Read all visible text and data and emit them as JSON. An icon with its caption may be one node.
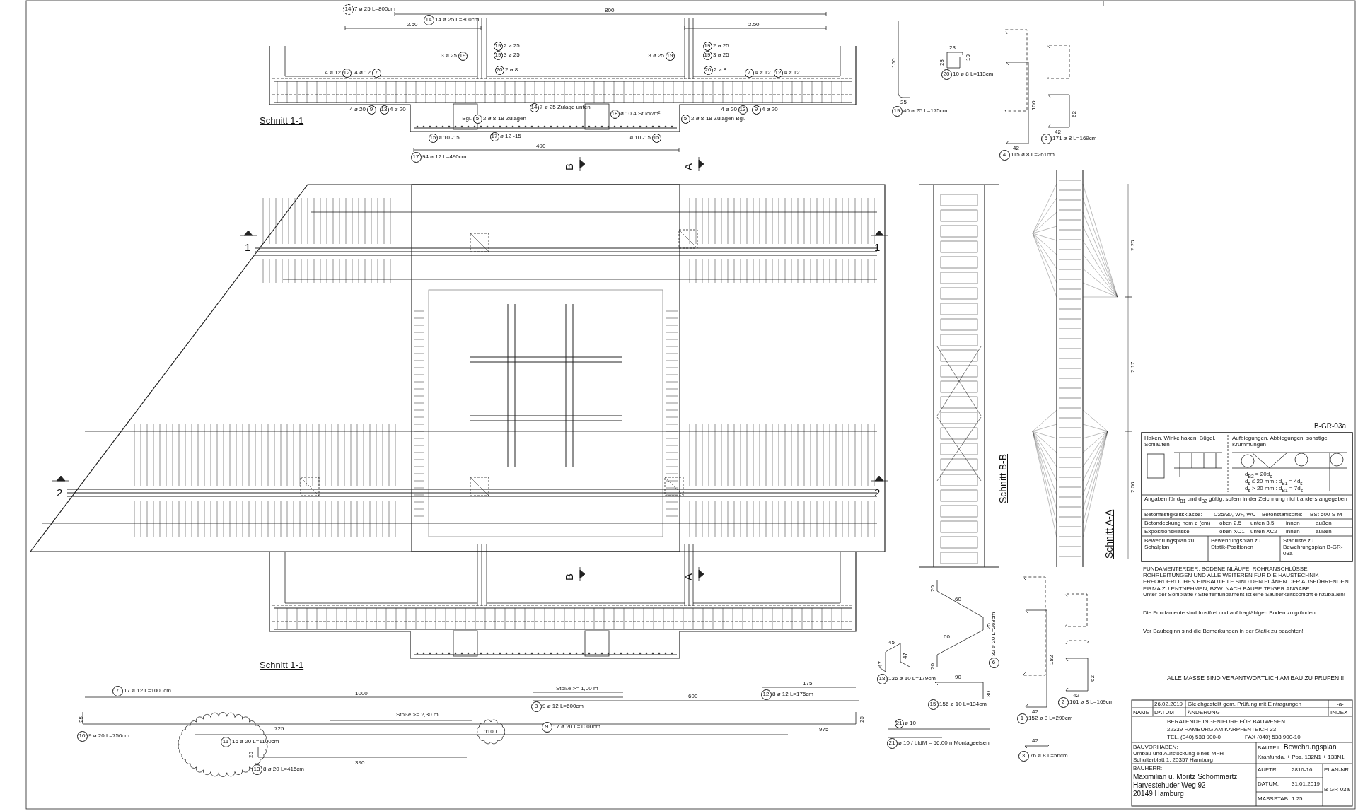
{
  "diagram": {
    "nodes": [
      {
        "text": [
          "14"
        ],
        "beside": [
          "7 ø 25 L=800cm"
        ]
      },
      {
        "text": [
          "14"
        ],
        "beside": [
          "14 ø 25 L=800cm"
        ]
      },
      {
        "text": [
          "17"
        ],
        "beside": [
          "94 ø 12 L=490cm"
        ]
      },
      {
        "text": [
          "19"
        ],
        "beside": [
          "40 ø 25 L=175cm"
        ]
      },
      {
        "text": [
          "20"
        ],
        "beside": [
          "10 ø 8 L=113cm"
        ]
      },
      {
        "text": [
          "4"
        ],
        "beside": [
          "115 ø 8 L=261cm"
        ]
      },
      {
        "text": [
          "5"
        ],
        "beside": [
          "171 ø 8 L=169cm"
        ]
      },
      {
        "text": [
          "18"
        ],
        "beside": [
          "136 ø 10 L=179cm"
        ]
      },
      {
        "text": [
          "15"
        ],
        "beside": [
          "156 ø 10 L=134cm"
        ]
      },
      {
        "text": [
          "6"
        ],
        "beside": [
          "32 ø 20 L=263cm"
        ]
      },
      {
        "text": [
          "1"
        ],
        "beside": [
          "152 ø 8 L=290cm"
        ]
      },
      {
        "text": [
          "2"
        ],
        "beside": [
          "161 ø 8 L=169cm"
        ]
      },
      {
        "text": [
          "3"
        ],
        "beside": [
          "76 ø 8 L=56cm"
        ]
      },
      {
        "text": [
          "21"
        ],
        "beside": [
          "ø 10 / LfdM = 56.00m  Montageeisen"
        ]
      },
      {
        "text": [
          "21"
        ],
        "beside": [
          "ø 10"
        ]
      },
      {
        "text": [
          "7"
        ],
        "beside": [
          "17 ø 12 L=1000cm"
        ]
      },
      {
        "text": [
          "12"
        ],
        "beside": [
          "8 ø 12 L=175cm"
        ]
      },
      {
        "text": [
          "8"
        ],
        "beside": [
          "9 ø 12 L=600cm"
        ]
      },
      {
        "text": [
          "10"
        ],
        "beside": [
          "9 ø 20 L=750cm"
        ]
      },
      {
        "text": [
          "9"
        ],
        "beside": [
          "17 ø 20 L=1000cm"
        ]
      },
      {
        "text": [
          "11"
        ],
        "beside": [
          "16 ø 20 L=1100cm"
        ]
      },
      {
        "text": [
          "13"
        ],
        "beside": [
          "8 ø 20 L=415cm"
        ]
      },
      {
        "text": [
          "19"
        ],
        "beside": [
          "2 ø 25"
        ]
      },
      {
        "text": [
          "19"
        ],
        "beside": [
          "3 ø 25"
        ]
      },
      {
        "text": [
          "19"
        ],
        "beside": [
          "3 ø 25"
        ]
      },
      {
        "text": [
          "20"
        ],
        "beside": [
          "2 ø 8"
        ]
      },
      {
        "text": [
          "12"
        ],
        "beside": [
          "4 ø 12"
        ]
      },
      {
        "text": [
          "7"
        ],
        "beside": [
          "4 ø 12"
        ]
      },
      {
        "text": [
          "9"
        ],
        "beside": [
          "4 ø 20"
        ]
      },
      {
        "text": [
          "13"
        ],
        "beside": [
          "4 ø 20"
        ]
      },
      {
        "text": [
          "14"
        ],
        "beside": [
          "7 ø 25 Zulage unten"
        ]
      },
      {
        "text": [
          "18"
        ],
        "beside": [
          "ø 10 4 Stück/m²"
        ]
      },
      {
        "text": [
          "5"
        ],
        "beside": [
          "2 ø 8-18 Zulagen",
          "Bgl."
        ]
      },
      {
        "text": [
          "15"
        ],
        "beside": [
          "ø 10 -15"
        ]
      },
      {
        "text": [
          "17"
        ],
        "beside": [
          "ø 12 -15"
        ]
      },
      {
        "text": [
          "15"
        ],
        "beside": [
          "ø 10 -15"
        ]
      },
      {
        "text": [
          "19"
        ],
        "beside": [
          "2 ø 25"
        ]
      },
      {
        "text": [
          "19"
        ],
        "beside": [
          "3 ø 25"
        ]
      },
      {
        "text": [
          "19"
        ],
        "beside": [
          "3 ø 25"
        ]
      },
      {
        "text": [
          "20"
        ],
        "beside": [
          "2 ø 8"
        ]
      },
      {
        "text": [
          "7"
        ],
        "beside": [
          "4 ø 12"
        ]
      },
      {
        "text": [
          "12"
        ],
        "beside": [
          "4 ø 12"
        ]
      },
      {
        "text": [
          "13"
        ],
        "beside": [
          "4 ø 20"
        ]
      },
      {
        "text": [
          "9"
        ],
        "beside": [
          "4 ø 20"
        ]
      },
      {
        "text": [
          "5"
        ],
        "beside": [
          "2 ø 8-18 Zulagen Bgl."
        ]
      }
    ],
    "labels": [
      "Schnitt 1-1",
      "Schnitt 1-1",
      "Schnitt B-B",
      "Schnitt A-A",
      "1",
      "1",
      "2",
      "2",
      "B",
      "A",
      "B",
      "A",
      "800",
      "2.50",
      "2.50",
      "490",
      "1000",
      "Stöße >= 1,00 m",
      "600",
      "175",
      "25",
      "Stöße >= 2,30 m",
      "725",
      "975",
      "25",
      "1100",
      "25",
      "390",
      "150",
      "25",
      "23",
      "23",
      "10",
      "150",
      "42",
      "62",
      "42",
      "20",
      "60",
      "25",
      "60",
      "20",
      "45",
      "47",
      "47",
      "90",
      "30",
      "182",
      "42",
      "62",
      "42",
      "42",
      "2.20",
      "2.17",
      "2.50",
      "B-GR-03a",
      "Haken, Winkelhaken, Bügel, Schlaufen",
      "Aufbiegungen, Abbiegungen, sonstige Krümmungen",
      "d$_{B2}$ = 20d$_{s}$",
      "d$_{s}$ ≤ 20 mm : d$_{B1}$ = 4d$_{s}$",
      "d$_{s}$ > 20 mm : d$_{B1}$ = 7d$_{s}$",
      "Angaben für d$_{B1}$ und d$_{B2}$ gültig, sofern in der Zeichnung nicht anders angegeben",
      "Betonfestigkeitsklasse:",
      "C25/30, WF, WU",
      "Betonstahlsorte:",
      "BSt 500 S-M",
      "Betondeckung nom c (cm)",
      "oben 2,5",
      "unten 3,5",
      "innen",
      "außen",
      "Expositionsklasse",
      "oben XC1",
      "unten XC2",
      "innen",
      "außen",
      "Bewehrungsplan zu Schalplan",
      "Bewehrungsplan zu Statik-Positionen",
      "Stahlliste zu Bewehrungsplan B-GR-03a",
      "FUNDAMENTERDER, BODENEINLÄUFE, ROHRANSCHLÜSSE, ROHRLEITUNGEN UND ALLE WEITEREN FÜR DIE HAUSTECHNIK ERFORDERLICHEN EINBAUTEILE SIND DEN PLÄNEN DER AUSFÜHRENDEN FIRMA ZU ENTNEHMEN, BZW. NACH BAUSEITEIGER ANGABE.",
      "Unter der Sohlplatte / Streifenfundament ist eine Sauberkeitsschicht einzubauen!",
      "Die Fundamente sind frostfrei und auf tragfähigen Boden zu gründen.",
      "Vor Baubeginn sind die Bemerkungen in der Statik zu beachten!",
      "ALLE MASSE SIND VERANTWORTLICH AM BAU ZU PRÜFEN !!!",
      "26.02.2019",
      "Gleichgestellt gem. Prüfung mit Eintragungen",
      "-a-",
      "NAME",
      "DATUM",
      "ÄNDERUNG",
      "INDEX",
      "BERATENDE INGENIEURE FÜR BAUWESEN",
      "22339 HAMBURG AM KARPFENTEICH 33",
      "TEL. (040) 538 900-0",
      "FAX (040) 538 900-10",
      "BAUVORHABEN:",
      "Umbau und Aufstockung eines MFH",
      "Schulterblatt 1, 20357 Hamburg",
      "BAUTEIL:",
      "Bewehrungsplan",
      "Kranfunda. + Pos. 132N1 + 133N1",
      "BAUHERR:",
      "Maximilian u. Moritz Schommartz",
      "Harvestehuder Weg 92",
      "20149 Hamburg",
      "AUFTR.:",
      "2816-16",
      "DATUM:",
      "31.01.2019",
      "MASSSTAB:",
      "1:25",
      "PLAN-NR.:",
      "B-GR-03a"
    ]
  }
}
